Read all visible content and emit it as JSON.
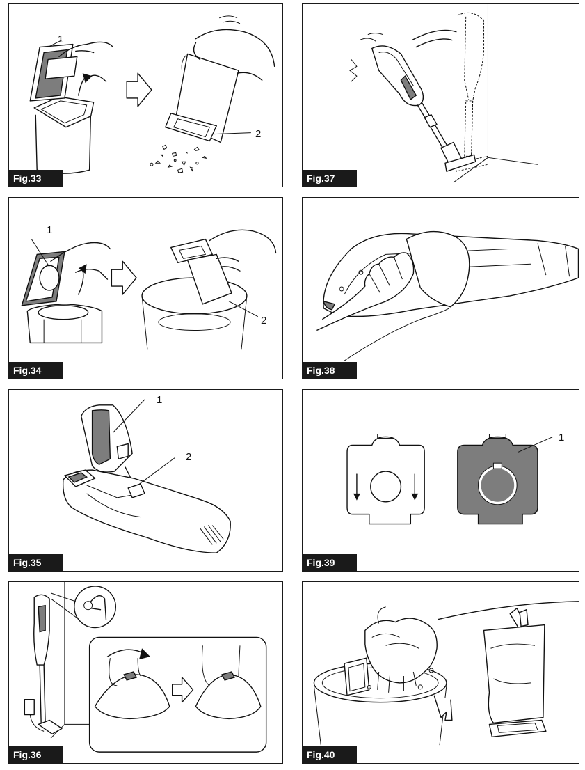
{
  "figures": {
    "fig33": {
      "label": "Fig.33",
      "callouts": [
        "1",
        "2"
      ]
    },
    "fig37": {
      "label": "Fig.37",
      "callouts": []
    },
    "fig34": {
      "label": "Fig.34",
      "callouts": [
        "1",
        "2"
      ]
    },
    "fig38": {
      "label": "Fig.38",
      "callouts": []
    },
    "fig35": {
      "label": "Fig.35",
      "callouts": [
        "1",
        "2"
      ]
    },
    "fig39": {
      "label": "Fig.39",
      "callouts": [
        "1"
      ]
    },
    "fig36": {
      "label": "Fig.36",
      "callouts": []
    },
    "fig40": {
      "label": "Fig.40",
      "callouts": []
    }
  },
  "icons": [
    "right-arrow-icon",
    "down-arrow-icon",
    "curved-arrow-icon"
  ],
  "colors": {
    "line": "#111111",
    "label_bg": "#1a1a1a",
    "label_text": "#ffffff",
    "shade": "#7d7d7d"
  }
}
